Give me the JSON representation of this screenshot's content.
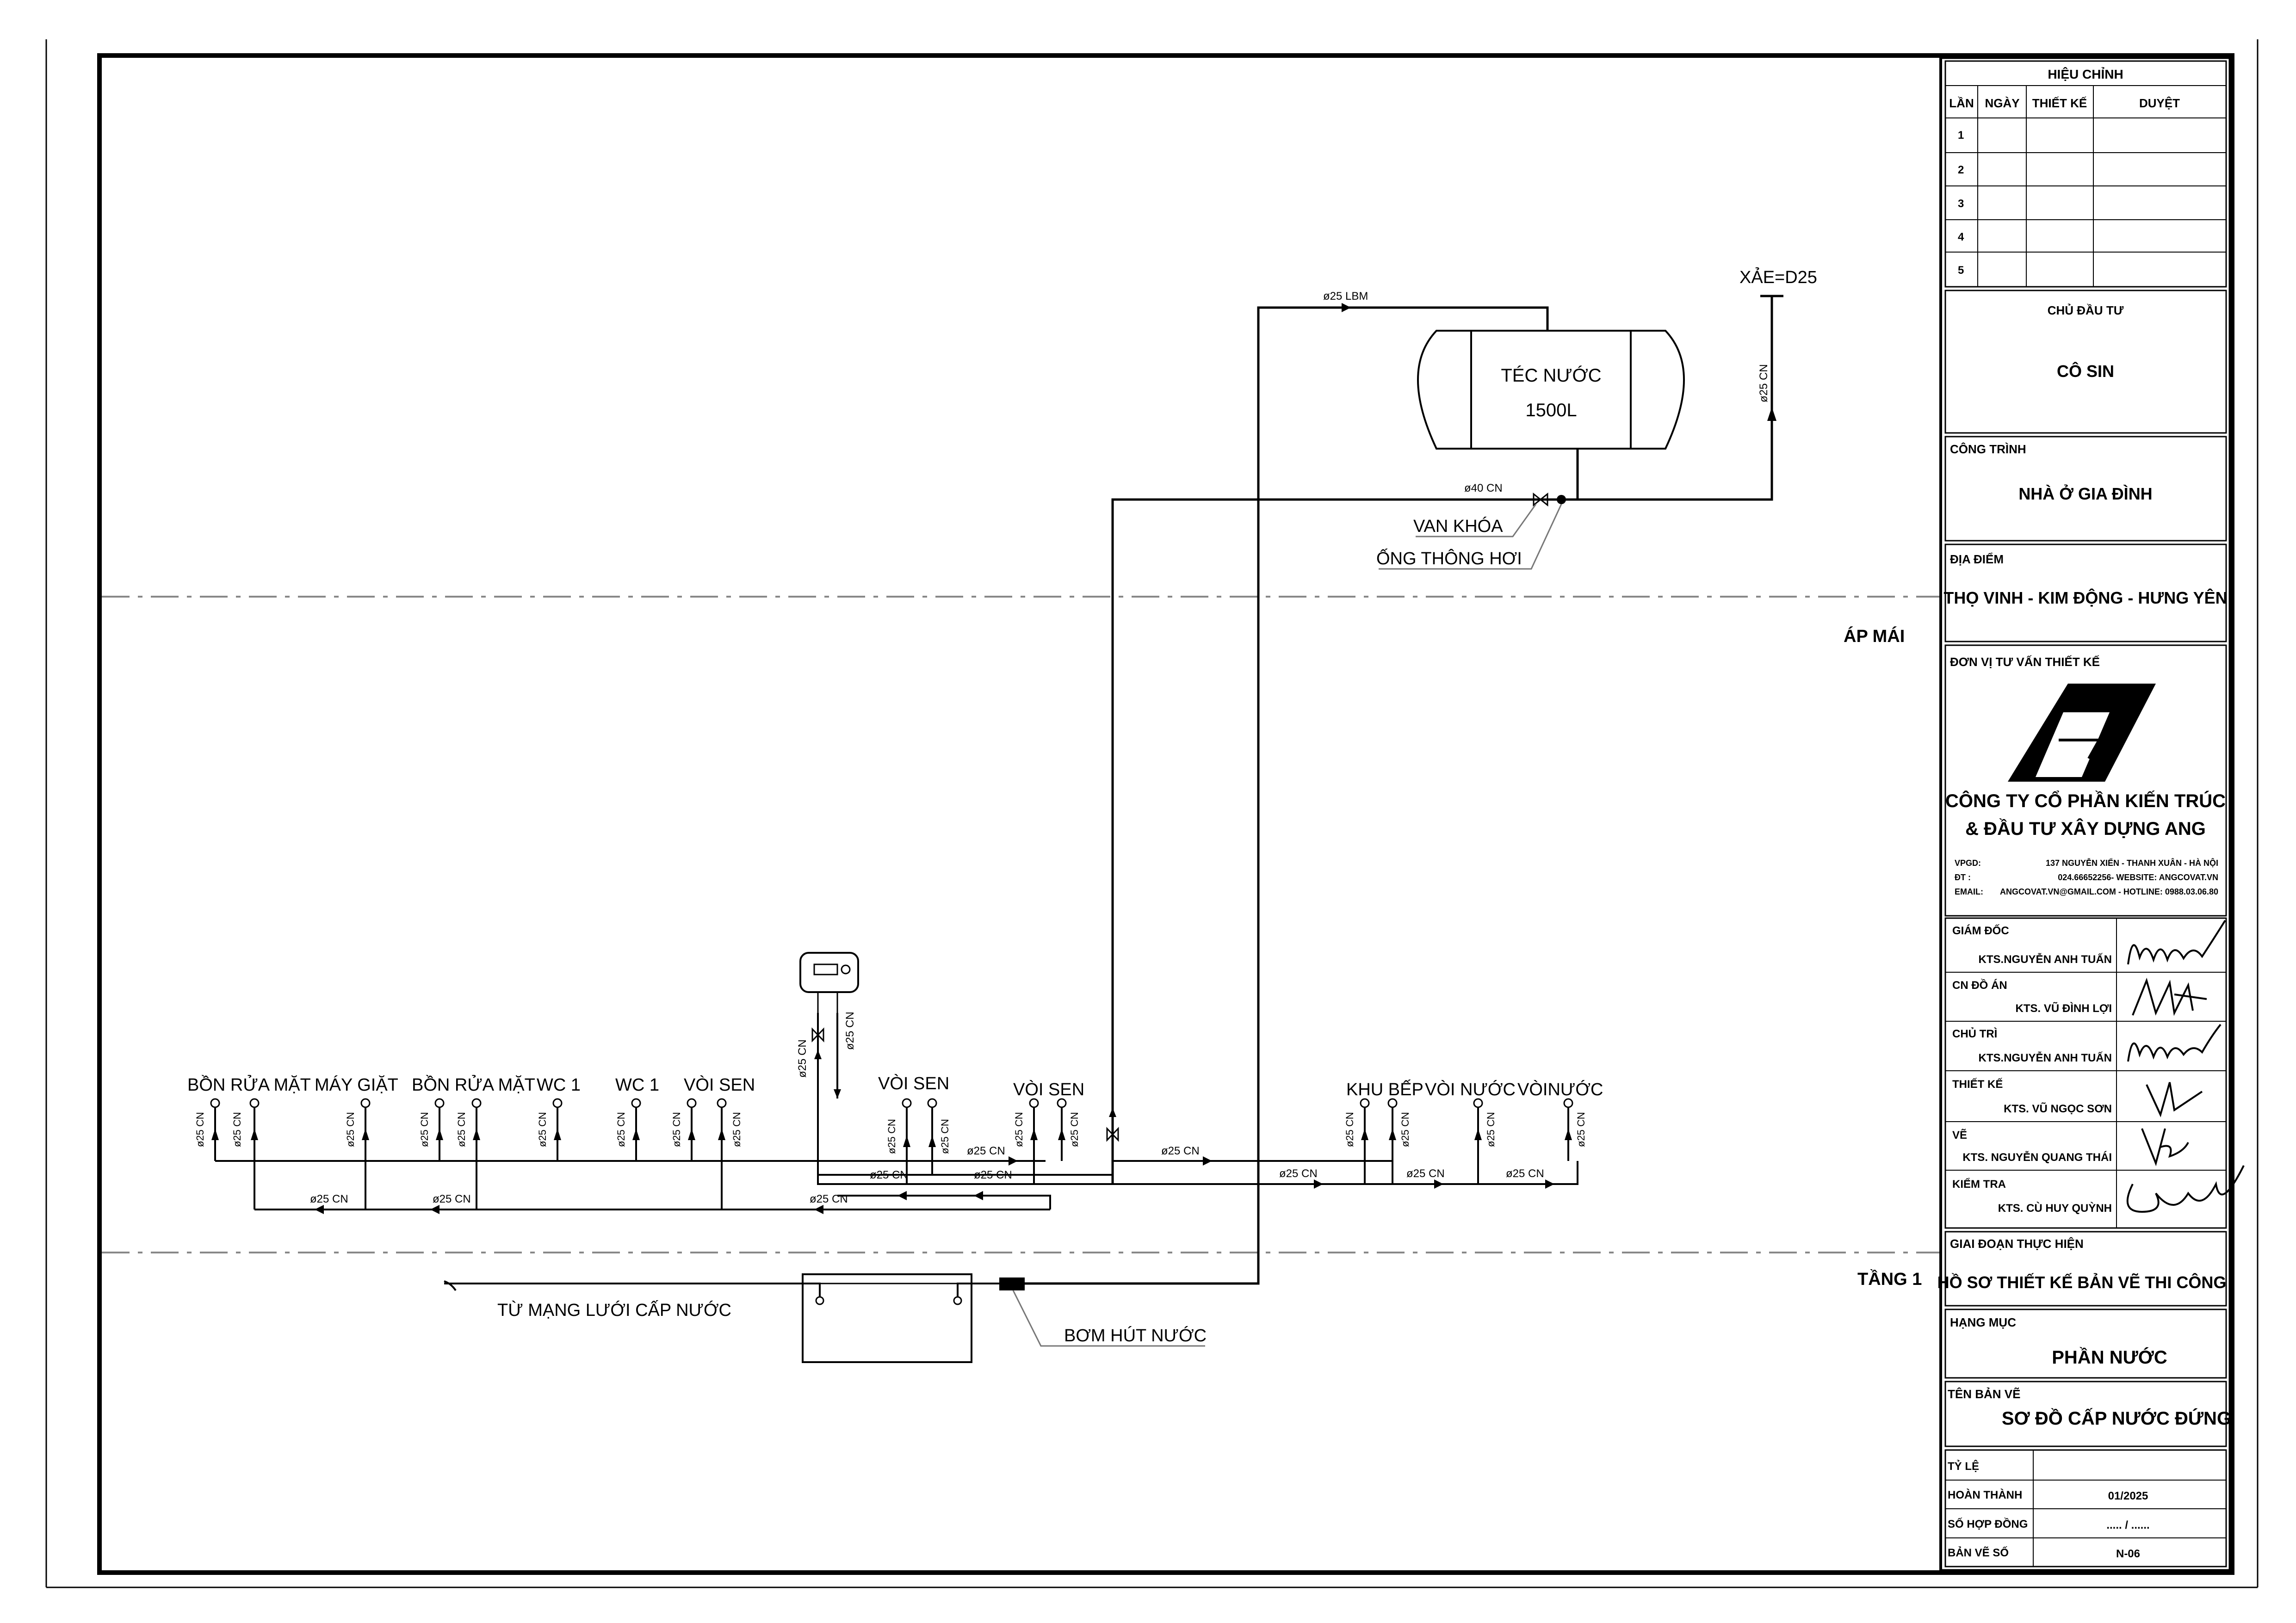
{
  "diagram": {
    "tank_label": "TÉC NƯỚC",
    "tank_capacity": "1500L",
    "overflow_label": "XẢE=D25",
    "valve_label": "VAN KHÓA",
    "vent_label": "ỐNG THÔNG HƠI",
    "roof_level": "ÁP MÁI",
    "floor_level": "TẦNG 1",
    "mains_label": "TỪ MẠNG LƯỚI CẤP NƯỚC",
    "pump_label": "BƠM HÚT NƯỚC",
    "pipe_lbm": "ø25 LBM",
    "pipe_40": "ø40 CN",
    "pipe_25": "ø25 CN",
    "fixtures": {
      "f1": "BỒN RỬA MẶT",
      "f2": "MÁY GIẶT",
      "f3": "BỒN RỬA MẶT",
      "f4": "WC 1",
      "f5": "WC 1",
      "f6": "VÒI SEN",
      "f7": "VÒI SEN",
      "f8": "VÒI SEN",
      "f9": "KHU BẾP",
      "f10": "VÒI NƯỚC",
      "f11": "VÒINƯỚC"
    }
  },
  "title_block": {
    "revision_title": "HIỆU CHỈNH",
    "rev_headers": [
      "LẦN",
      "NGÀY",
      "THIẾT KẾ",
      "DUYỆT"
    ],
    "rev_rows": [
      "1",
      "2",
      "3",
      "4",
      "5"
    ],
    "owner_label": "CHỦ ĐẦU TƯ",
    "owner": "CÔ SIN",
    "project_label": "CÔNG TRÌNH",
    "project": "NHÀ Ở GIA ĐÌNH",
    "location_label": "ĐỊA ĐIỂM",
    "location": "THỌ VINH - KIM ĐỘNG - HƯNG YÊN",
    "consultant_label": "ĐƠN VỊ TƯ VẤN THIẾT KẾ",
    "company_line1": "CÔNG TY CỔ PHẦN KIẾN TRÚC",
    "company_line2": "& ĐẦU TƯ XÂY DỰNG ANG",
    "vpgd_label": "VPGD:",
    "vpgd": "137 NGUYỄN XIỂN - THANH XUÂN - HÀ NỘI",
    "dt_label": "ĐT      :",
    "dt": "024.66652256- WEBSITE: ANGCOVAT.VN",
    "email_label": "EMAIL:",
    "email": "ANGCOVAT.VN@GMAIL.COM - HOTLINE: 0988.03.06.80",
    "director_label": "GIÁM ĐỐC",
    "director": "KTS.NGUYỄN ANH TUẤN",
    "lead_label": "CN ĐỒ ÁN",
    "lead": "KTS. VŨ ĐÌNH LỢI",
    "chair_label": "CHỦ TRÌ",
    "chair": "KTS.NGUYỄN ANH TUẤN",
    "designer_label": "THIẾT KẾ",
    "designer": "KTS. VŨ NGỌC SƠN",
    "drafter_label": "VẼ",
    "drafter": "KTS. NGUYỄN QUANG THÁI",
    "checker_label": "KIỂM TRA",
    "checker": "KTS. CÙ HUY QUỲNH",
    "stage_label": "GIAI ĐOẠN THỰC HIỆN",
    "stage": "HỒ SƠ THIẾT KẾ BẢN VẼ THI CÔNG",
    "category_label": "HẠNG MỤC",
    "category": "PHẦN NƯỚC",
    "drawing_name_label": "TÊN BẢN VẼ",
    "drawing_name": "SƠ ĐỒ CẤP NƯỚC ĐỨNG",
    "scale_label": "TỶ LỆ",
    "scale": "",
    "completed_label": "HOÀN THÀNH",
    "completed": "01/2025",
    "contract_label": "SỐ HỢP ĐỒNG",
    "contract": "..... / ......",
    "sheet_no_label": "BẢN VẼ SỐ",
    "sheet_no": "N-06"
  }
}
